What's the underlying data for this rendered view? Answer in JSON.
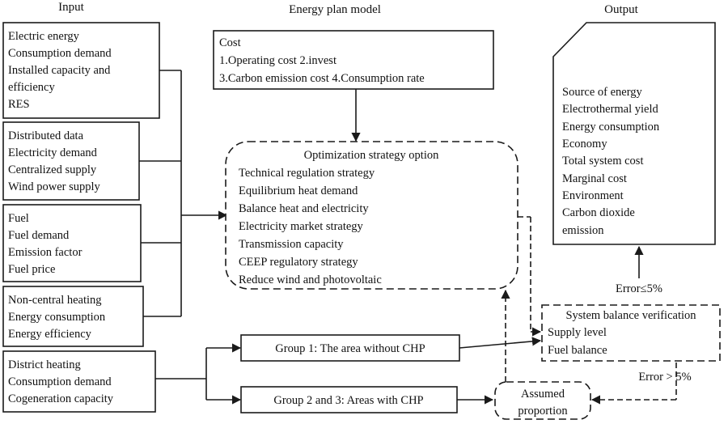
{
  "headers": {
    "input": "Input",
    "model": "Energy plan model",
    "output": "Output"
  },
  "inputs": [
    {
      "lines": [
        "Electric energy",
        "Consumption demand",
        "Installed capacity and",
        "efficiency",
        "RES"
      ]
    },
    {
      "lines": [
        "Distributed data",
        "Electricity demand",
        "Centralized supply",
        "Wind power supply"
      ]
    },
    {
      "lines": [
        "Fuel",
        "Fuel demand",
        "Emission factor",
        "Fuel price"
      ]
    },
    {
      "lines": [
        "Non-central heating",
        "Energy consumption",
        "Energy efficiency"
      ]
    },
    {
      "lines": [
        "District heating",
        "Consumption demand",
        "Cogeneration capacity"
      ]
    }
  ],
  "cost": {
    "lines": [
      "Cost",
      "1.Operating cost 2.invest",
      "3.Carbon emission cost 4.Consumption rate"
    ]
  },
  "optimization": {
    "title": "Optimization strategy option",
    "items": [
      "Technical regulation strategy",
      "Equilibrium heat demand",
      "Balance heat and electricity",
      "Electricity market strategy",
      "Transmission capacity",
      "CEEP regulatory strategy",
      "Reduce wind and photovoltaic"
    ]
  },
  "output": {
    "lines": [
      "Source of energy",
      "Electrothermal yield",
      "Energy consumption",
      "Economy",
      "Total system cost",
      "Marginal cost",
      "Environment",
      "Carbon dioxide",
      "emission"
    ]
  },
  "groups": {
    "group1": "Group 1: The area without CHP",
    "group23": "Group 2 and 3: Areas with CHP"
  },
  "verification": {
    "lines": [
      "System balance verification",
      "Supply level",
      "Fuel balance"
    ]
  },
  "assumed": {
    "lines": [
      "Assumed",
      "proportion"
    ]
  },
  "errors": {
    "pass": "Error≤5%",
    "fail": "Error > 5%"
  }
}
